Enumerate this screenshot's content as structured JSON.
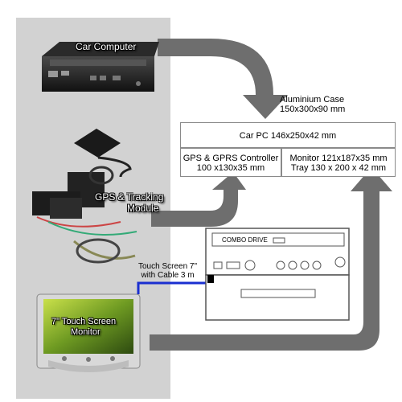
{
  "labels": {
    "car_computer": "Car Computer",
    "gps_module_line1": "GPS & Tracking",
    "gps_module_line2": "Module",
    "touch_screen_line1": "7\" Touch Screen",
    "touch_screen_line2": "Monitor",
    "cable_line1": "Touch Screen 7\"",
    "cable_line2": "with Cable 3 m"
  },
  "case": {
    "title": "Aluminium Case",
    "size": "150x300x90 mm",
    "car_pc": "Car PC 146x250x42 mm",
    "gps_controller_line1": "GPS & GPRS Controller",
    "gps_controller_line2": "100 x130x35 mm",
    "monitor_line1": "Monitor 121x187x35 mm",
    "monitor_line2": "Tray 130 x 200 x 42 mm"
  },
  "drive": {
    "combo_label": "COMBO DRIVE"
  },
  "colors": {
    "panel": "#d2d2d2",
    "arrow": "#6e6e6e",
    "cable": "#1a2fd0"
  }
}
